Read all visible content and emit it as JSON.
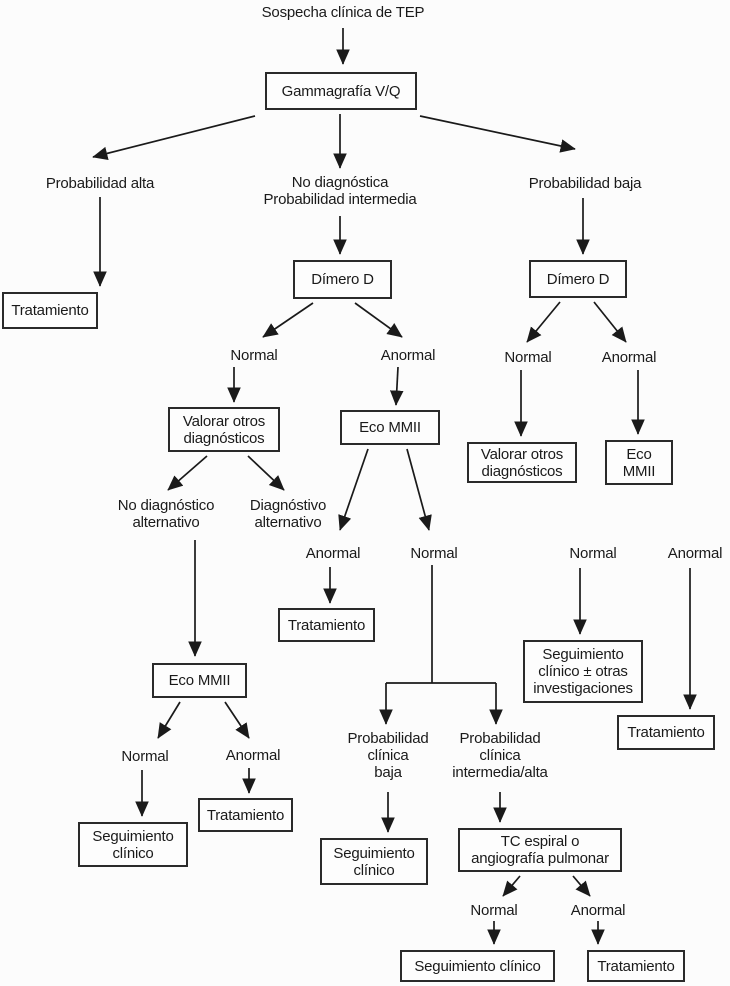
{
  "colors": {
    "ink": "#1a1a1a",
    "box_border": "#2a2a2a",
    "background": "#fcfcfc"
  },
  "nodes": {
    "start": {
      "text": "Sospecha clínica de TEP"
    },
    "vq_scan": {
      "text": "Gammagrafía V/Q"
    },
    "prob_alta": {
      "text": "Probabilidad alta"
    },
    "no_diagnostica": {
      "text": "No diagnóstica\nProbabilidad intermedia"
    },
    "prob_baja": {
      "text": "Probabilidad baja"
    },
    "trat_alta": {
      "text": "Tratamiento"
    },
    "dimero_mid": {
      "text": "Dímero D"
    },
    "dimero_baja": {
      "text": "Dímero D"
    },
    "normal_dimero_mid": {
      "text": "Normal"
    },
    "anormal_dimero_mid": {
      "text": "Anormal"
    },
    "normal_dimero_baja": {
      "text": "Normal"
    },
    "anormal_dimero_baja": {
      "text": "Anormal"
    },
    "valorar_mid": {
      "text": "Valorar otros\ndiagnósticos"
    },
    "eco_mid": {
      "text": "Eco MMII"
    },
    "valorar_baja": {
      "text": "Valorar otros\ndiagnósticos"
    },
    "eco_baja": {
      "text": "Eco\nMMII"
    },
    "no_diag_alt": {
      "text": "No diagnóstico\nalternativo"
    },
    "diag_alt": {
      "text": "Diagnóstivo\nalternativo"
    },
    "anormal_eco_mid": {
      "text": "Anormal"
    },
    "normal_eco_mid": {
      "text": "Normal"
    },
    "normal_eco_baja": {
      "text": "Normal"
    },
    "anormal_eco_baja": {
      "text": "Anormal"
    },
    "trat_eco_mid": {
      "text": "Tratamiento"
    },
    "seguimiento_baja": {
      "text": "Seguimiento\nclínico ± otras\ninvestigaciones"
    },
    "trat_eco_baja": {
      "text": "Tratamiento"
    },
    "eco_alt": {
      "text": "Eco MMII"
    },
    "normal_eco_alt": {
      "text": "Normal"
    },
    "anormal_eco_alt": {
      "text": "Anormal"
    },
    "seg_alt": {
      "text": "Seguimiento\nclínico"
    },
    "trat_alt_branch": {
      "text": "Tratamiento"
    },
    "prob_clin_baja": {
      "text": "Probabilidad\nclínica\nbaja"
    },
    "prob_clin_int": {
      "text": "Probabilidad\nclínica\nintermedia/alta"
    },
    "seg_clin_baja": {
      "text": "Seguimiento\nclínico"
    },
    "tc_espiral": {
      "text": "TC espiral o\nangiografía pulmonar"
    },
    "normal_tc": {
      "text": "Normal"
    },
    "anormal_tc": {
      "text": "Anormal"
    },
    "seg_tc": {
      "text": "Seguimiento clínico"
    },
    "trat_tc": {
      "text": "Tratamiento"
    }
  }
}
